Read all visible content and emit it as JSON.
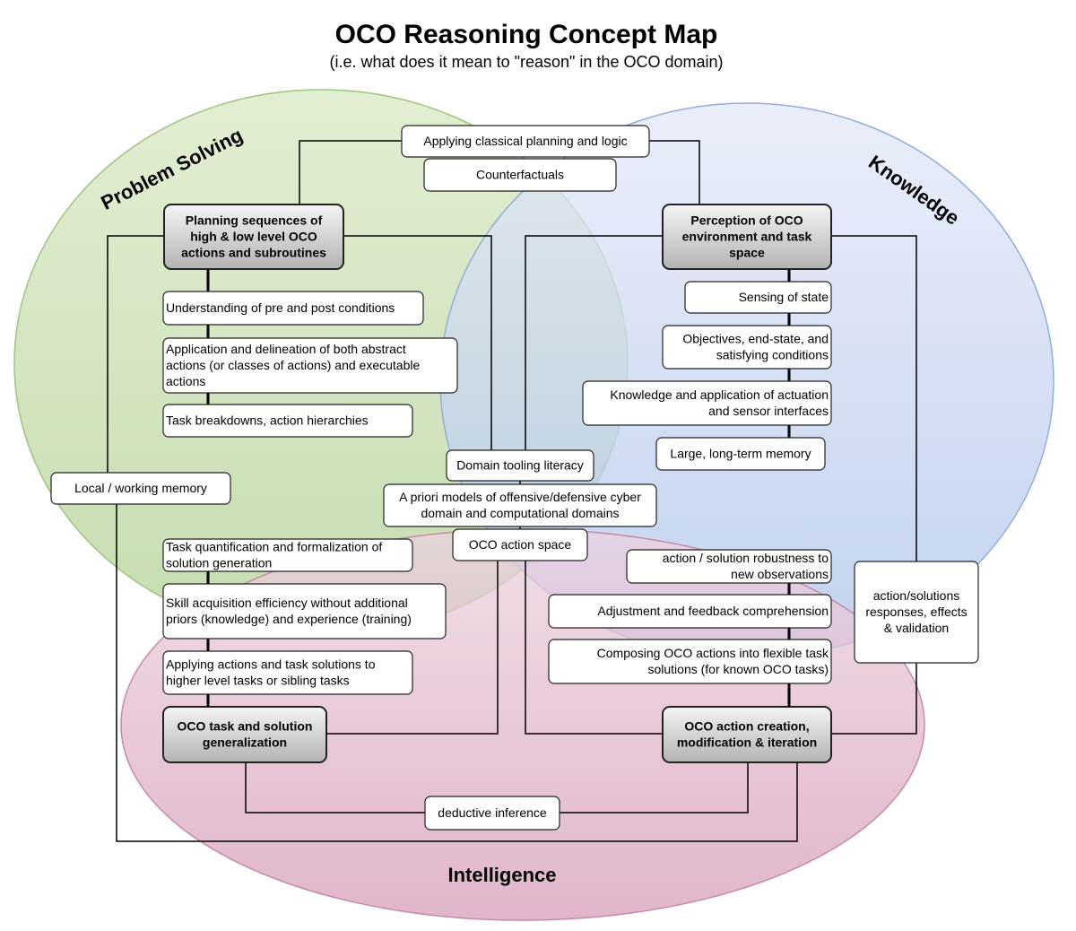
{
  "title": "OCO Reasoning Concept Map",
  "subtitle": "(i.e. what does it mean to \"reason\" in the OCO domain)",
  "regions": {
    "problem_solving": "Problem Solving",
    "knowledge": "Knowledge",
    "intelligence": "Intelligence"
  },
  "colors": {
    "problem_solving_fill": "#c7ddb0",
    "knowledge_fill": "#c6d4ef",
    "intelligence_fill": "#dba9c3",
    "hub_gradient_top": "#f4f4f4",
    "hub_gradient_bottom": "#b3b3b3"
  },
  "hubs": {
    "planning": [
      "Planning sequences of",
      "high & low level OCO",
      "actions and subroutines"
    ],
    "perception": [
      "Perception of OCO",
      "environment and task",
      "space"
    ],
    "generalization": [
      "OCO task and solution",
      "generalization"
    ],
    "creation": [
      "OCO action creation,",
      "modification & iteration"
    ]
  },
  "nodes": {
    "classical_planning": [
      "Applying classical planning and logic"
    ],
    "counterfactuals": [
      "Counterfactuals"
    ],
    "pre_post": [
      "Understanding of pre and post conditions"
    ],
    "abstract_actions": [
      "Application and delineation of both abstract",
      "actions (or classes of actions) and executable",
      "actions"
    ],
    "task_breakdowns": [
      "Task breakdowns, action hierarchies"
    ],
    "working_memory": [
      "Local / working memory"
    ],
    "sensing": [
      "Sensing of state"
    ],
    "objectives": [
      "Objectives, end-state, and",
      "satisfying conditions"
    ],
    "actuation": [
      "Knowledge and application of actuation",
      "and sensor interfaces"
    ],
    "long_term_memory": [
      "Large, long-term memory"
    ],
    "tooling": [
      "Domain tooling literacy"
    ],
    "apriori": [
      "A priori models of offensive/defensive cyber",
      "domain and computational domains"
    ],
    "action_space": [
      "OCO action space"
    ],
    "quantification": [
      "Task quantification and formalization of",
      "solution generation"
    ],
    "skill_acquisition": [
      "Skill acquisition efficiency without additional",
      "priors (knowledge) and experience (training)"
    ],
    "applying_actions": [
      "Applying actions and task solutions to",
      "higher level tasks or sibling tasks"
    ],
    "robustness": [
      "action / solution robustness to",
      "new observations"
    ],
    "adjustment": [
      "Adjustment and feedback comprehension"
    ],
    "composing": [
      "Composing OCO actions into flexible task",
      "solutions (for known OCO tasks)"
    ],
    "responses": [
      "action/solutions",
      "responses, effects",
      "& validation"
    ],
    "deductive": [
      "deductive inference"
    ]
  }
}
